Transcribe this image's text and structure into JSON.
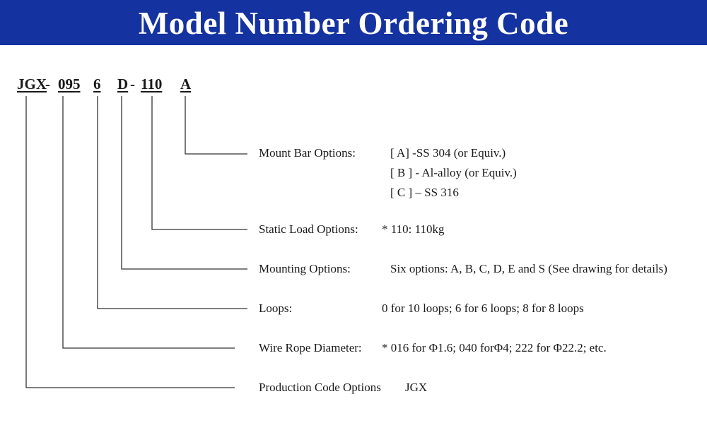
{
  "header": {
    "title": "Model Number Ordering Code"
  },
  "code": {
    "parts": [
      "JGX",
      "095",
      "6",
      "D",
      "110",
      "A"
    ],
    "separator": "-"
  },
  "options": [
    {
      "label": "Mount Bar Options:",
      "values": [
        "[ A] -SS 304 (or Equiv.)",
        "[ B ] - Al-alloy (or Equiv.)",
        "[ C ] – SS 316"
      ]
    },
    {
      "label": "Static Load Options:",
      "values": [
        "* 110: 110kg"
      ]
    },
    {
      "label": "Mounting Options:",
      "values": [
        "Six options: A, B, C, D, E and S (See drawing for details)"
      ]
    },
    {
      "label": "Loops:",
      "values": [
        "0 for 10 loops; 6 for 6 loops; 8 for 8 loops"
      ]
    },
    {
      "label": "Wire Rope Diameter:",
      "values": [
        "* 016 for Φ1.6; 040 forΦ4; 222 for Φ22.2; etc."
      ]
    },
    {
      "label": "Production Code Options",
      "values": [
        "JGX"
      ]
    }
  ],
  "colors": {
    "banner": "#1432a0",
    "line": "#333333"
  }
}
